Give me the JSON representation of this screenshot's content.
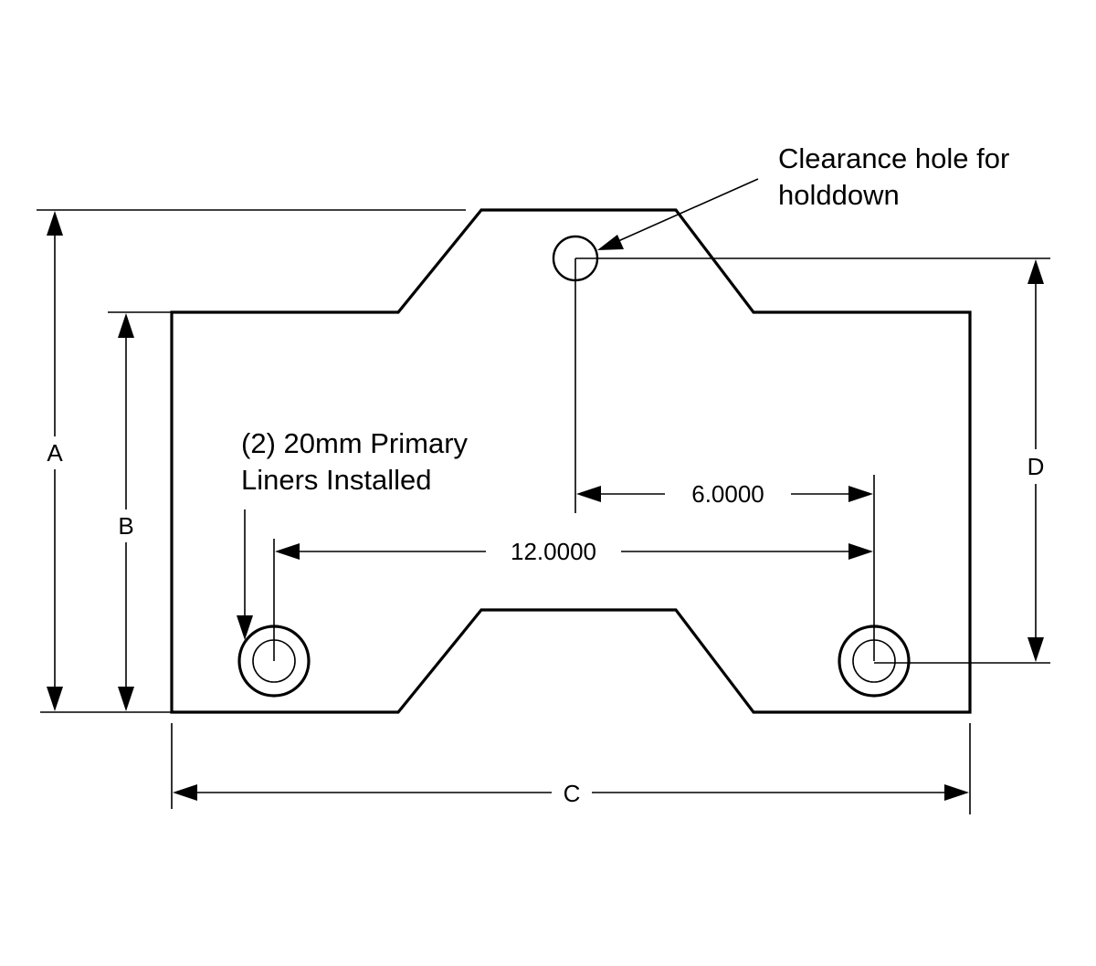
{
  "diagram": {
    "dimension_labels": {
      "a": "A",
      "b": "B",
      "c": "C",
      "d": "D"
    },
    "dimension_values": {
      "liner_to_liner": "12.0000",
      "hole_to_liner": "6.0000"
    },
    "callouts": {
      "clearance_hole": [
        "Clearance hole for",
        "holddown"
      ],
      "primary_liners": [
        "(2) 20mm Primary",
        "Liners Installed"
      ]
    }
  }
}
